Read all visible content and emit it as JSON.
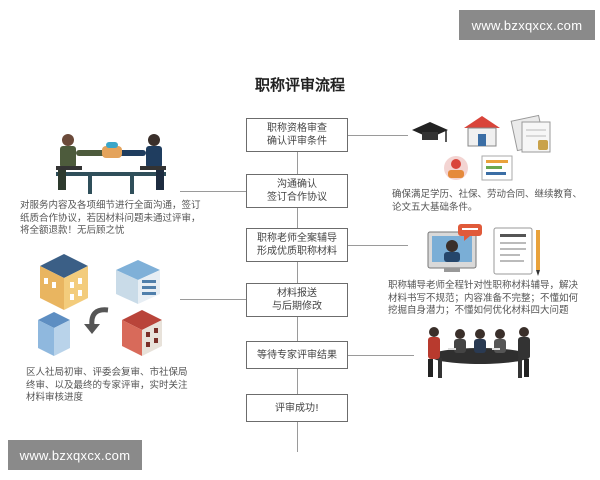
{
  "watermark_top": "www.bzxqxcx.com",
  "watermark_bottom": "www.bzxqxcx.com",
  "title": "职称评审流程",
  "steps": [
    {
      "line1": "职称资格审查",
      "line2": "确认评审条件"
    },
    {
      "line1": "沟通确认",
      "line2": "签订合作协议"
    },
    {
      "line1": "职称老师全案辅导",
      "line2": "形成优质职称材料"
    },
    {
      "line1": "材料报送",
      "line2": "与后期修改"
    },
    {
      "line1": "等待专家评审结果",
      "line2": ""
    },
    {
      "line1": "评审成功!",
      "line2": ""
    }
  ],
  "descriptions": {
    "left_top": [
      "对服务内容及各项细节进行全面沟通，签订",
      "纸质合作协议，若因材料问题未通过评审，",
      "将全额退款！无后顾之忧"
    ],
    "right_top": [
      "确保满足学历、社保、劳动合同、继续教育、",
      "论文五大基础条件。"
    ],
    "right_middle": [
      "职称辅导老师全程针对性职称材料辅导，解决",
      "材料书写不规范；内容准备不完整；不懂如何",
      "挖掘自身潜力；不懂如何优化材料四大问题"
    ],
    "left_bottom": [
      "区人社局初审、评委会复审、市社保局",
      "终审、以及最终的专家评审，实时关注",
      "材料审核进度"
    ]
  },
  "icons": [
    "handshake-meeting-illustration",
    "graduation-cap-icon",
    "house-icon",
    "documents-icon",
    "buildings-illustration",
    "online-tutor-illustration",
    "conference-meeting-illustration"
  ]
}
